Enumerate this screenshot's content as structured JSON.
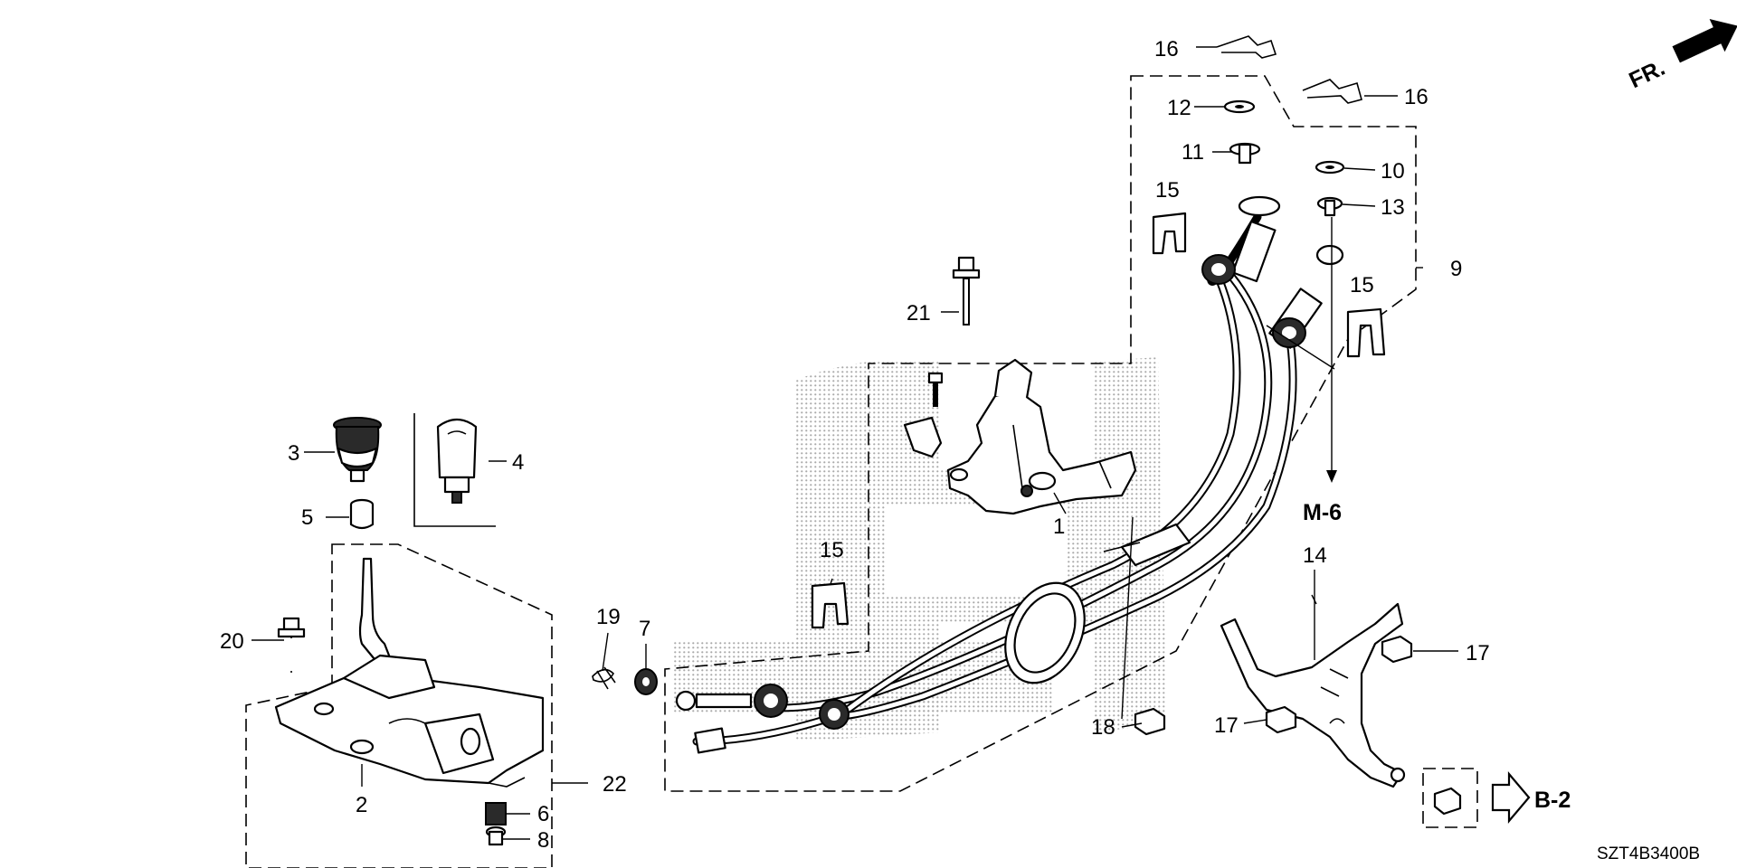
{
  "diagram_code": "SZT4B3400B",
  "direction_label": "FR.",
  "references": {
    "m6": "M-6",
    "b2": "B-2"
  },
  "callouts": {
    "c1": "1",
    "c2": "2",
    "c3": "3",
    "c4": "4",
    "c5": "5",
    "c6": "6",
    "c7": "7",
    "c8": "8",
    "c9": "9",
    "c10": "10",
    "c11": "11",
    "c12": "12",
    "c13": "13",
    "c14": "14",
    "c15a": "15",
    "c15b": "15",
    "c15c": "15",
    "c16a": "16",
    "c16b": "16",
    "c17a": "17",
    "c17b": "17",
    "c18": "18",
    "c19": "19",
    "c20": "20",
    "c21": "21",
    "c22": "22"
  },
  "icons": [
    "front-direction-arrow-icon",
    "reference-arrow-icon"
  ]
}
